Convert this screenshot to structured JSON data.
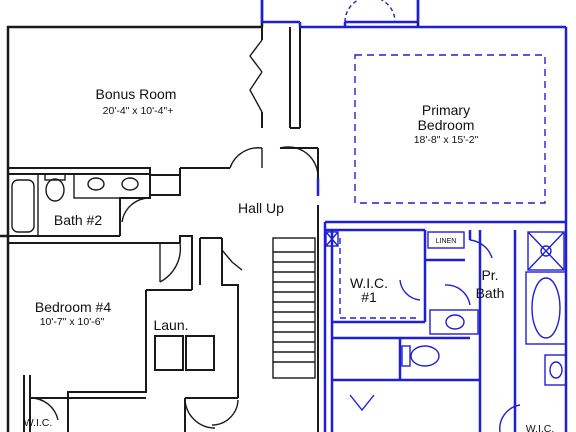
{
  "rooms": {
    "bonus": {
      "name": "Bonus Room",
      "dims": "20'-4\" x 10'-4\"+"
    },
    "primary_bedroom": {
      "name_line1": "Primary",
      "name_line2": "Bedroom",
      "dims": "18'-8\" x 15'-2\""
    },
    "hall": {
      "name": "Hall Up"
    },
    "bath2": {
      "name": "Bath #2"
    },
    "bedroom4": {
      "name": "Bedroom #4",
      "dims": "10'-7\" x 10'-6\""
    },
    "laundry": {
      "name": "Laun."
    },
    "wic1": {
      "name_line1": "W.I.C.",
      "name_line2": "#1"
    },
    "linen": {
      "name": "LINEN"
    },
    "primary_bath": {
      "name_line1": "Pr.",
      "name_line2": "Bath"
    },
    "wic_left": {
      "name": "W.I.C."
    },
    "wic_right": {
      "name": "W.I.C."
    }
  },
  "colors": {
    "wall": "#1a1a1a",
    "highlight": "#1f1fd6",
    "dash": "#1f1fd6"
  }
}
